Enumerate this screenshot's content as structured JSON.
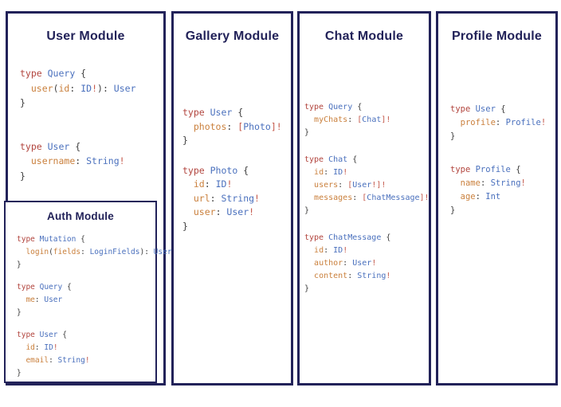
{
  "colors": {
    "border_navy": "#222259",
    "title_navy": "#222259",
    "code_keyword_red": "#b2453e",
    "code_typename_blue": "#4a70bd",
    "code_field_orange": "#ca803d",
    "code_punct_dark": "#3d3d3d",
    "code_bang_red": "#c4584a"
  },
  "modules": [
    {
      "id": "user-module",
      "title": "User Module",
      "blocks": [
        [
          [
            [
              "k",
              "type "
            ],
            [
              "t",
              "Query "
            ],
            [
              "p",
              "{"
            ]
          ],
          [
            [
              "p",
              "  "
            ],
            [
              "f",
              "user"
            ],
            [
              "p",
              "("
            ],
            [
              "f",
              "id"
            ],
            [
              "p",
              ": "
            ],
            [
              "t",
              "ID"
            ],
            [
              "b",
              "!"
            ],
            [
              "p",
              "): "
            ],
            [
              "t",
              "User"
            ]
          ],
          [
            [
              "p",
              "}"
            ]
          ]
        ],
        [
          [
            [
              "k",
              "type "
            ],
            [
              "t",
              "User "
            ],
            [
              "p",
              "{"
            ]
          ],
          [
            [
              "p",
              "  "
            ],
            [
              "f",
              "username"
            ],
            [
              "p",
              ": "
            ],
            [
              "t",
              "String"
            ],
            [
              "b",
              "!"
            ]
          ],
          [
            [
              "p",
              "}"
            ]
          ]
        ]
      ]
    },
    {
      "id": "auth-module",
      "title": "Auth Module",
      "blocks": [
        [
          [
            [
              "k",
              "type "
            ],
            [
              "t",
              "Mutation "
            ],
            [
              "p",
              "{"
            ]
          ],
          [
            [
              "p",
              "  "
            ],
            [
              "f",
              "login"
            ],
            [
              "p",
              "("
            ],
            [
              "f",
              "fields"
            ],
            [
              "p",
              ": "
            ],
            [
              "t",
              "LoginFields"
            ],
            [
              "p",
              "): "
            ],
            [
              "t",
              "User"
            ]
          ],
          [
            [
              "p",
              "}"
            ]
          ]
        ],
        [
          [
            [
              "k",
              "type "
            ],
            [
              "t",
              "Query "
            ],
            [
              "p",
              "{"
            ]
          ],
          [
            [
              "p",
              "  "
            ],
            [
              "f",
              "me"
            ],
            [
              "p",
              ": "
            ],
            [
              "t",
              "User"
            ]
          ],
          [
            [
              "p",
              "}"
            ]
          ]
        ],
        [
          [
            [
              "k",
              "type "
            ],
            [
              "t",
              "User "
            ],
            [
              "p",
              "{"
            ]
          ],
          [
            [
              "p",
              "  "
            ],
            [
              "f",
              "id"
            ],
            [
              "p",
              ": "
            ],
            [
              "t",
              "ID"
            ],
            [
              "b",
              "!"
            ]
          ],
          [
            [
              "p",
              "  "
            ],
            [
              "f",
              "email"
            ],
            [
              "p",
              ": "
            ],
            [
              "t",
              "String"
            ],
            [
              "b",
              "!"
            ]
          ],
          [
            [
              "p",
              "}"
            ]
          ]
        ]
      ]
    },
    {
      "id": "gallery-module",
      "title": "Gallery Module",
      "blocks": [
        [
          [
            [
              "k",
              "type "
            ],
            [
              "t",
              "User "
            ],
            [
              "p",
              "{"
            ]
          ],
          [
            [
              "p",
              "  "
            ],
            [
              "f",
              "photos"
            ],
            [
              "p",
              ": "
            ],
            [
              "b",
              "["
            ],
            [
              "t",
              "Photo"
            ],
            [
              "b",
              "]!"
            ]
          ],
          [
            [
              "p",
              "}"
            ]
          ]
        ],
        [
          [
            [
              "k",
              "type "
            ],
            [
              "t",
              "Photo "
            ],
            [
              "p",
              "{"
            ]
          ],
          [
            [
              "p",
              "  "
            ],
            [
              "f",
              "id"
            ],
            [
              "p",
              ": "
            ],
            [
              "t",
              "ID"
            ],
            [
              "b",
              "!"
            ]
          ],
          [
            [
              "p",
              "  "
            ],
            [
              "f",
              "url"
            ],
            [
              "p",
              ": "
            ],
            [
              "t",
              "String"
            ],
            [
              "b",
              "!"
            ]
          ],
          [
            [
              "p",
              "  "
            ],
            [
              "f",
              "user"
            ],
            [
              "p",
              ": "
            ],
            [
              "t",
              "User"
            ],
            [
              "b",
              "!"
            ]
          ],
          [
            [
              "p",
              "}"
            ]
          ]
        ]
      ]
    },
    {
      "id": "chat-module",
      "title": "Chat Module",
      "blocks": [
        [
          [
            [
              "k",
              "type "
            ],
            [
              "t",
              "Query "
            ],
            [
              "p",
              "{"
            ]
          ],
          [
            [
              "p",
              "  "
            ],
            [
              "f",
              "myChats"
            ],
            [
              "p",
              ": "
            ],
            [
              "b",
              "["
            ],
            [
              "t",
              "Chat"
            ],
            [
              "b",
              "]!"
            ]
          ],
          [
            [
              "p",
              "}"
            ]
          ]
        ],
        [
          [
            [
              "k",
              "type "
            ],
            [
              "t",
              "Chat "
            ],
            [
              "p",
              "{"
            ]
          ],
          [
            [
              "p",
              "  "
            ],
            [
              "f",
              "id"
            ],
            [
              "p",
              ": "
            ],
            [
              "t",
              "ID"
            ],
            [
              "b",
              "!"
            ]
          ],
          [
            [
              "p",
              "  "
            ],
            [
              "f",
              "users"
            ],
            [
              "p",
              ": "
            ],
            [
              "b",
              "["
            ],
            [
              "t",
              "User"
            ],
            [
              "b",
              "!]!"
            ]
          ],
          [
            [
              "p",
              "  "
            ],
            [
              "f",
              "messages"
            ],
            [
              "p",
              ": "
            ],
            [
              "b",
              "["
            ],
            [
              "t",
              "ChatMessage"
            ],
            [
              "b",
              "]!"
            ]
          ],
          [
            [
              "p",
              "}"
            ]
          ]
        ],
        [
          [
            [
              "k",
              "type "
            ],
            [
              "t",
              "ChatMessage "
            ],
            [
              "p",
              "{"
            ]
          ],
          [
            [
              "p",
              "  "
            ],
            [
              "f",
              "id"
            ],
            [
              "p",
              ": "
            ],
            [
              "t",
              "ID"
            ],
            [
              "b",
              "!"
            ]
          ],
          [
            [
              "p",
              "  "
            ],
            [
              "f",
              "author"
            ],
            [
              "p",
              ": "
            ],
            [
              "t",
              "User"
            ],
            [
              "b",
              "!"
            ]
          ],
          [
            [
              "p",
              "  "
            ],
            [
              "f",
              "content"
            ],
            [
              "p",
              ": "
            ],
            [
              "t",
              "String"
            ],
            [
              "b",
              "!"
            ]
          ],
          [
            [
              "p",
              "}"
            ]
          ]
        ]
      ]
    },
    {
      "id": "profile-module",
      "title": "Profile Module",
      "blocks": [
        [
          [
            [
              "k",
              "type "
            ],
            [
              "t",
              "User "
            ],
            [
              "p",
              "{"
            ]
          ],
          [
            [
              "p",
              "  "
            ],
            [
              "f",
              "profile"
            ],
            [
              "p",
              ": "
            ],
            [
              "t",
              "Profile"
            ],
            [
              "b",
              "!"
            ]
          ],
          [
            [
              "p",
              "}"
            ]
          ]
        ],
        [
          [
            [
              "k",
              "type "
            ],
            [
              "t",
              "Profile "
            ],
            [
              "p",
              "{"
            ]
          ],
          [
            [
              "p",
              "  "
            ],
            [
              "f",
              "name"
            ],
            [
              "p",
              ": "
            ],
            [
              "t",
              "String"
            ],
            [
              "b",
              "!"
            ]
          ],
          [
            [
              "p",
              "  "
            ],
            [
              "f",
              "age"
            ],
            [
              "p",
              ": "
            ],
            [
              "t",
              "Int"
            ]
          ],
          [
            [
              "p",
              "}"
            ]
          ]
        ]
      ]
    }
  ]
}
